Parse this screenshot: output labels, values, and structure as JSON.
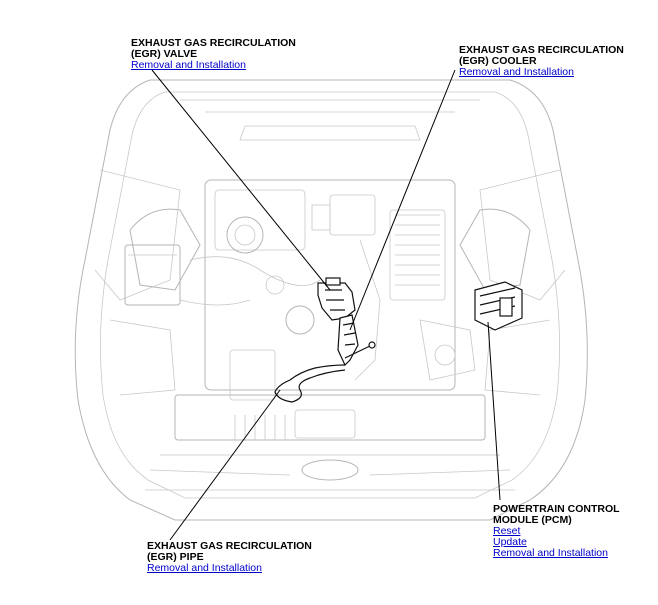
{
  "callouts": {
    "egr_valve": {
      "title_line1": "EXHAUST GAS RECIRCULATION",
      "title_line2": "(EGR) VALVE",
      "links": [
        "Removal and Installation"
      ]
    },
    "egr_cooler": {
      "title_line1": "EXHAUST GAS RECIRCULATION",
      "title_line2": "(EGR) COOLER",
      "links": [
        "Removal and Installation"
      ]
    },
    "egr_pipe": {
      "title_line1": "EXHAUST GAS RECIRCULATION",
      "title_line2": "(EGR) PIPE",
      "links": [
        "Removal and Installation"
      ]
    },
    "pcm": {
      "title_line1": "POWERTRAIN CONTROL",
      "title_line2": "MODULE (PCM)",
      "links": [
        "Reset",
        "Update",
        "Removal and Installation"
      ]
    }
  },
  "colors": {
    "link": "#0000cc",
    "engine_outline": "#b5b5b5",
    "highlight_part": "#111111"
  }
}
